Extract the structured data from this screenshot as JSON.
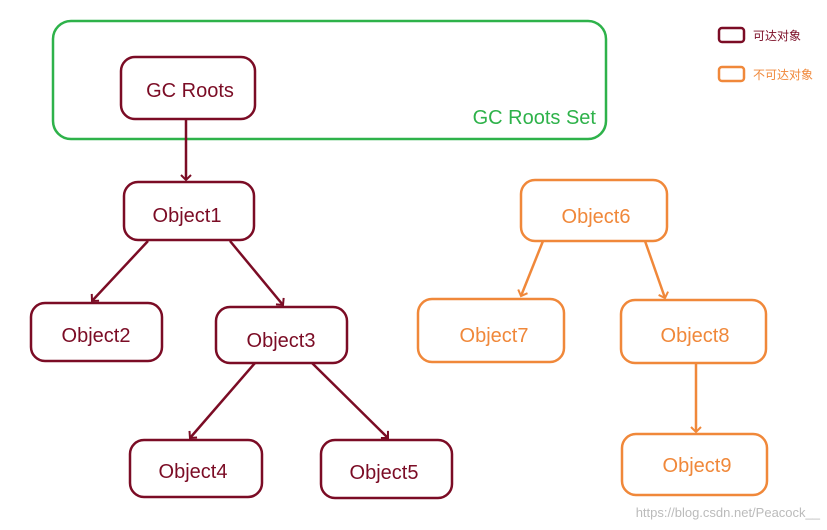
{
  "colors": {
    "reachable": "#7b0c25",
    "unreachable": "#f0883a",
    "root_set": "#2eb24a",
    "watermark": "#bbbbbb"
  },
  "root_set": {
    "label": "GC Roots Set"
  },
  "nodes": {
    "gc_roots": "GC Roots",
    "object1": "Object1",
    "object2": "Object2",
    "object3": "Object3",
    "object4": "Object4",
    "object5": "Object5",
    "object6": "Object6",
    "object7": "Object7",
    "object8": "Object8",
    "object9": "Object9"
  },
  "legend": {
    "reachable_label": "可达对象",
    "unreachable_label": "不可达对象"
  },
  "watermark": "https://blog.csdn.net/Peacock__"
}
